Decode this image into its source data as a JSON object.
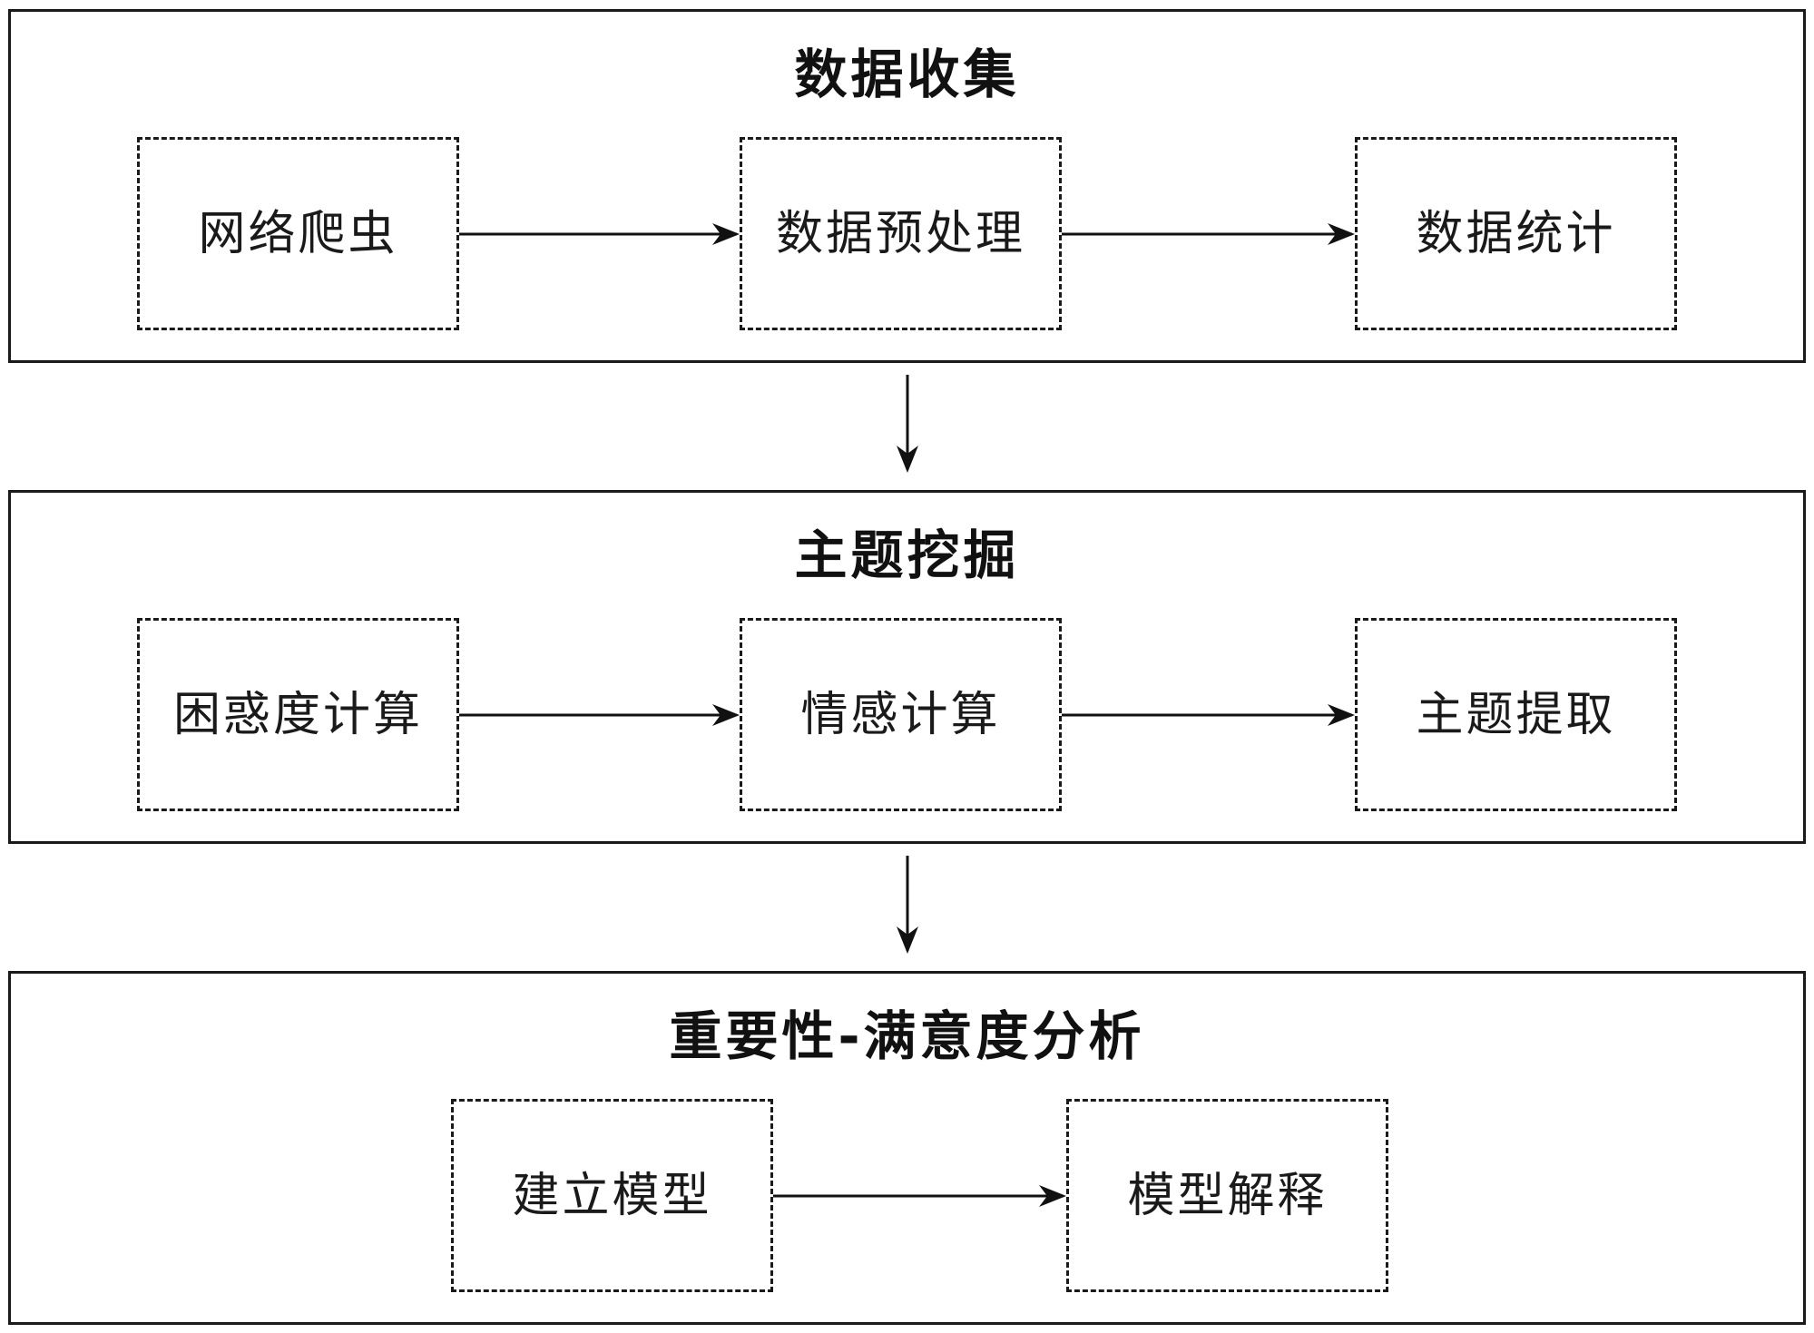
{
  "diagram": {
    "sections": [
      {
        "title": "数据收集",
        "nodes": [
          "网络爬虫",
          "数据预处理",
          "数据统计"
        ]
      },
      {
        "title": "主题挖掘",
        "nodes": [
          "困惑度计算",
          "情感计算",
          "主题提取"
        ]
      },
      {
        "title": "重要性-满意度分析",
        "nodes": [
          "建立模型",
          "模型解释"
        ]
      }
    ]
  }
}
